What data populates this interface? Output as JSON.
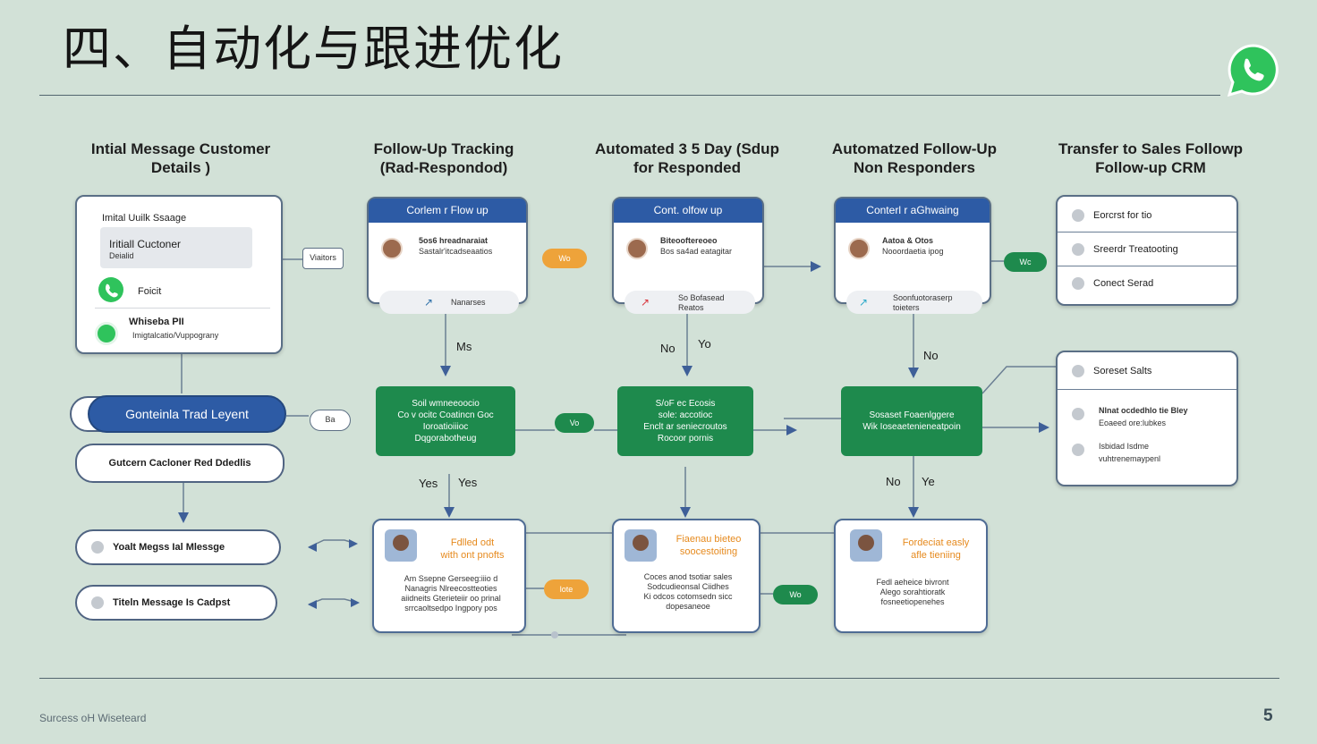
{
  "title": "四、自动化与跟进优化",
  "columns": [
    {
      "line1": "Intial Message Customer",
      "line2": "Details )"
    },
    {
      "line1": "Follow-Up Tracking",
      "line2": "(Rad-Respondod)"
    },
    {
      "line1": "Automated 3 5 Day (Sdup",
      "line2": "for Responded"
    },
    {
      "line1": "Automatzed Follow-Up",
      "line2": "Non Responders"
    },
    {
      "line1": "Transfer to Sales Followp",
      "line2": "Follow-up CRM"
    }
  ],
  "initial_card": {
    "heading": "Imital Uuilk Ssaage",
    "field_label": "Iritiall Cuctoner",
    "field_sub": "Deialid",
    "row1_text": "Foicit",
    "row2_title": "Whiseba PII",
    "row2_sub": "Imigtalcatio/Vuppograny"
  },
  "tag_visitors": "Viaitors",
  "card2": {
    "header": "Corlem r Flow up",
    "line1": "5os6 hreadnaraiat",
    "line2": "Sastalr'itcadseaatios",
    "pill_text": "Nanarses"
  },
  "card3": {
    "header": "Cont. olfow up",
    "line1": "Biteooftereoeo",
    "line2": "Bos sa4ad eatagitar",
    "pill_line1": "So Bofasead",
    "pill_line2": "Reatos"
  },
  "card4": {
    "header": "Conterl r aGhwaing",
    "line1": "Aatoa & Otos",
    "line2": "Nooordaetia ipog",
    "pill_line1": "Soonfuotoraserp",
    "pill_line2": "toieters"
  },
  "badges": {
    "b1": "Wo",
    "b2": "Wc",
    "b3": "Vo",
    "b4": "Ba",
    "b5": "lote",
    "b6": "Wo"
  },
  "crm_top": {
    "items": [
      "Eorcrst for tio",
      "Sreerdr Treatooting",
      "Conect Serad"
    ]
  },
  "crm_bottom": {
    "heading": "Soreset Salts",
    "item1_l1": "Nlnat ocdedhlo tie Bley",
    "item1_l2": "Eoaeed ore:lubkes",
    "item2_l1": "Isbidad Isdme",
    "item2_l2": "vuhtrenemaypenl"
  },
  "pill_blue_label": "Gonteinla Trad Leyent",
  "pill_outline_label": "Gutcern Cacloner Red Ddedlis",
  "msg_row1": "Yoalt Megss Ial Mlessge",
  "msg_row2": "Titeln Message Is Cadpst",
  "green1": {
    "l1": "Soil wmneeoocio",
    "l2": "Co v ocitc Coatincn Goc",
    "l3": "Ioroatioiiioc",
    "l4": "Dqgorabotheug"
  },
  "green2": {
    "l1": "S/oF ec Ecosis",
    "l2": "sole: accotioc",
    "l3": "Enclt ar seniecroutos",
    "l4": "Rocoor pornis"
  },
  "green3": {
    "l1": "Sosaset Foaenlggere",
    "l2": "Wik Ioseaetenieneatpoin"
  },
  "edge_labels": {
    "ms": "Ms",
    "no1": "No",
    "yo1": "Yo",
    "no2": "No",
    "yes_a": "Yes",
    "yes_b": "Yes",
    "no3": "No",
    "ye": "Ye"
  },
  "bottom_cards": [
    {
      "o1": "Fdlled odt",
      "o2": "with ont pnofts",
      "t1": "Am Ssepne Gerseeg:iiio d",
      "t2": "Nanagris Nlreecostteoties",
      "t3": "aiidneits Gterieteiir oo prinal",
      "t4": "srrcaoltsedpo Ingpory pos"
    },
    {
      "o1": "Fiaenau bieteo",
      "o2": "soocestoiting",
      "t1": "Coces anod tsotiar sales",
      "t2": "Sodcudieonsal Ciidhes",
      "t3": "Ki odcos cotomsedn sicc",
      "t4": "dopesaneoe"
    },
    {
      "o1": "Fordeciat easly",
      "o2": "afle tieniing",
      "t1": "Fedl aeheice bivront",
      "t2": "Alego sorahtioratk",
      "t3": "fosneetiopenehes",
      "t4": ""
    }
  ],
  "footer_text": "Surcess oH Wiseteard",
  "page_number": "5",
  "colors": {
    "bg": "#d2e1d7",
    "blue": "#2d5ba5",
    "green": "#1e8a4d",
    "orange": "#eea33a",
    "whatsapp": "#2fc35c"
  },
  "icons": [
    "whatsapp-logo-icon",
    "phone-icon",
    "chat-icon",
    "arrow-icon",
    "avatar-icon",
    "gear-icon"
  ]
}
